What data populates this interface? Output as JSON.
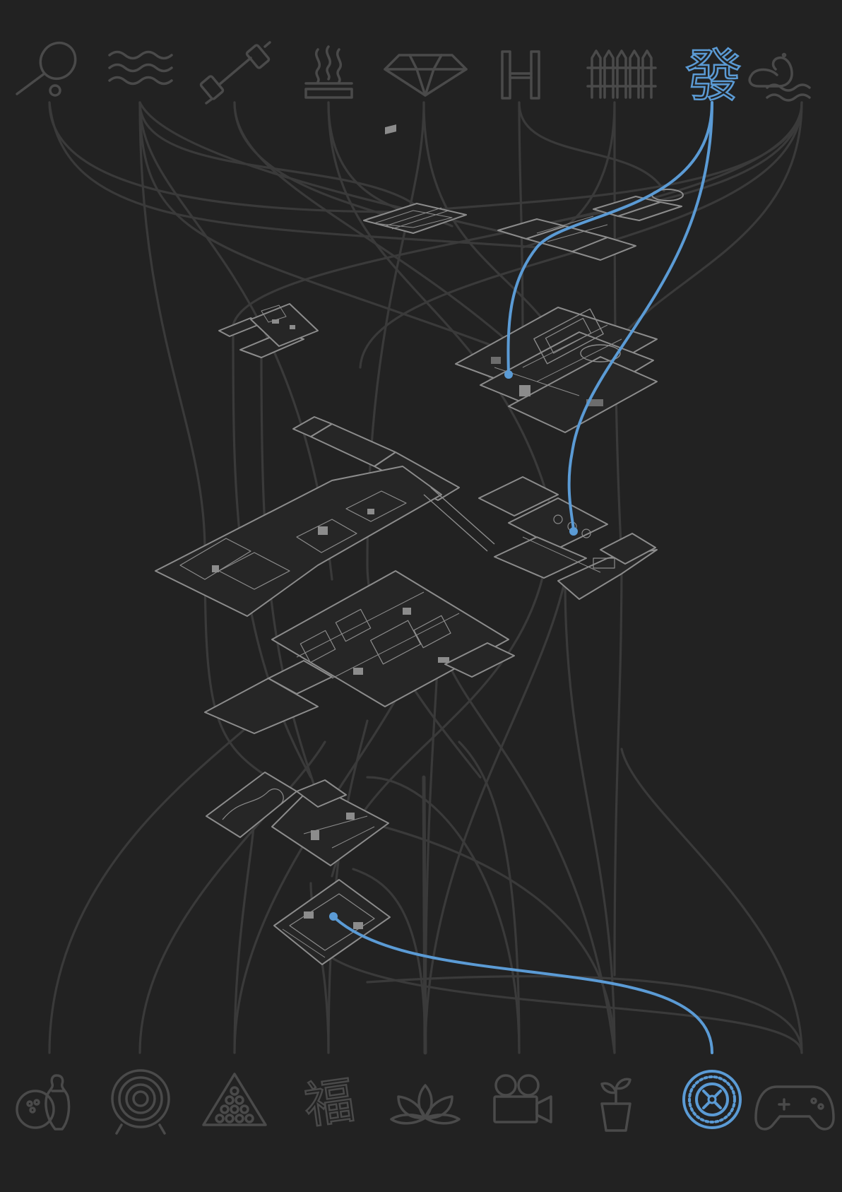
{
  "colors": {
    "background": "#222222",
    "muted_line": "#3a3a3a",
    "muted_icon": "#4a4a4a",
    "plan_line": "#8c8c8c",
    "plan_fill": "#2a2a2a",
    "highlight": "#5b9bd5"
  },
  "top_icons": [
    {
      "name": "tennis-racket-icon",
      "active": false
    },
    {
      "name": "swimming-waves-icon",
      "active": false
    },
    {
      "name": "dumbbell-icon",
      "active": false
    },
    {
      "name": "sauna-steam-icon",
      "active": false
    },
    {
      "name": "diamond-icon",
      "active": false
    },
    {
      "name": "hotel-h-icon",
      "active": false
    },
    {
      "name": "garden-fence-icon",
      "active": false
    },
    {
      "name": "mahjong-fa-icon",
      "active": true,
      "glyph": "發"
    },
    {
      "name": "duck-pond-icon",
      "active": false
    }
  ],
  "bottom_icons": [
    {
      "name": "bowling-icon",
      "active": false
    },
    {
      "name": "archery-target-icon",
      "active": false
    },
    {
      "name": "billiards-rack-icon",
      "active": false
    },
    {
      "name": "calligraphy-fortune-icon",
      "active": false,
      "glyph": "福"
    },
    {
      "name": "lotus-spa-icon",
      "active": false
    },
    {
      "name": "movie-camera-icon",
      "active": false
    },
    {
      "name": "potted-plant-icon",
      "active": false
    },
    {
      "name": "casino-chip-icon",
      "active": true
    },
    {
      "name": "game-controller-icon",
      "active": false
    }
  ],
  "floors": [
    {
      "name": "roof-level-plans"
    },
    {
      "name": "upper-wing-plan"
    },
    {
      "name": "club-level-plan"
    },
    {
      "name": "ground-long-wing-plan"
    },
    {
      "name": "east-pavilion-plan"
    },
    {
      "name": "main-hall-plan"
    },
    {
      "name": "lower-garden-plan"
    },
    {
      "name": "basement-plan"
    }
  ]
}
